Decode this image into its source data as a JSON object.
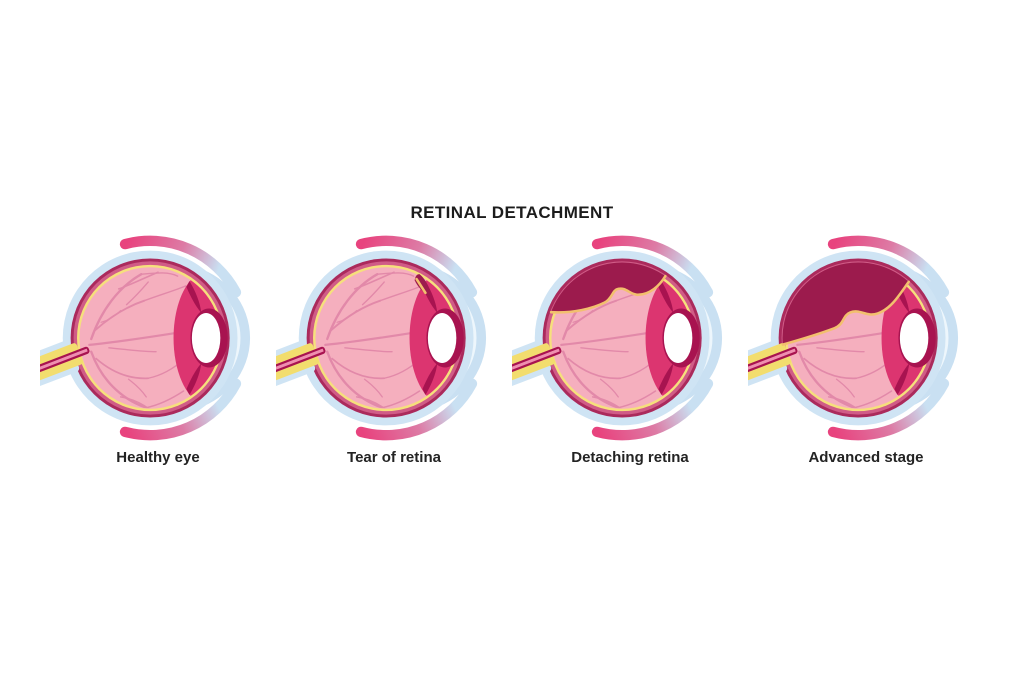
{
  "title": "RETINAL DETACHMENT",
  "figures": [
    {
      "caption": "Healthy eye",
      "stage": "healthy"
    },
    {
      "caption": "Tear of retina",
      "stage": "tear"
    },
    {
      "caption": "Detaching retina",
      "stage": "detaching"
    },
    {
      "caption": "Advanced stage",
      "stage": "advanced"
    }
  ],
  "colors": {
    "background": "#ffffff",
    "title_text": "#1c1c1c",
    "caption_text": "#232323",
    "sclera_blue": "#cfe4f4",
    "cornea_band": "#c9e0f2",
    "cornea_inner": "#edf6fc",
    "choroid_dark": "#ab2a5c",
    "choroid_rose": "#d05c87",
    "retina_yellow": "#f6e07c",
    "vitreous_pink": "#f5afbe",
    "vessel_pink": "#e289a9",
    "iris_magenta": "#dc3570",
    "iris_dark": "#a81350",
    "detachment_pool": "#9c1b4d",
    "retina_edge": "#f2c06e",
    "muscle_pink": "#e8437e",
    "nerve_yellow": "#f2dd6e",
    "nerve_core": "#ef8fb0",
    "nerve_sheath": "#cfe4f4"
  }
}
